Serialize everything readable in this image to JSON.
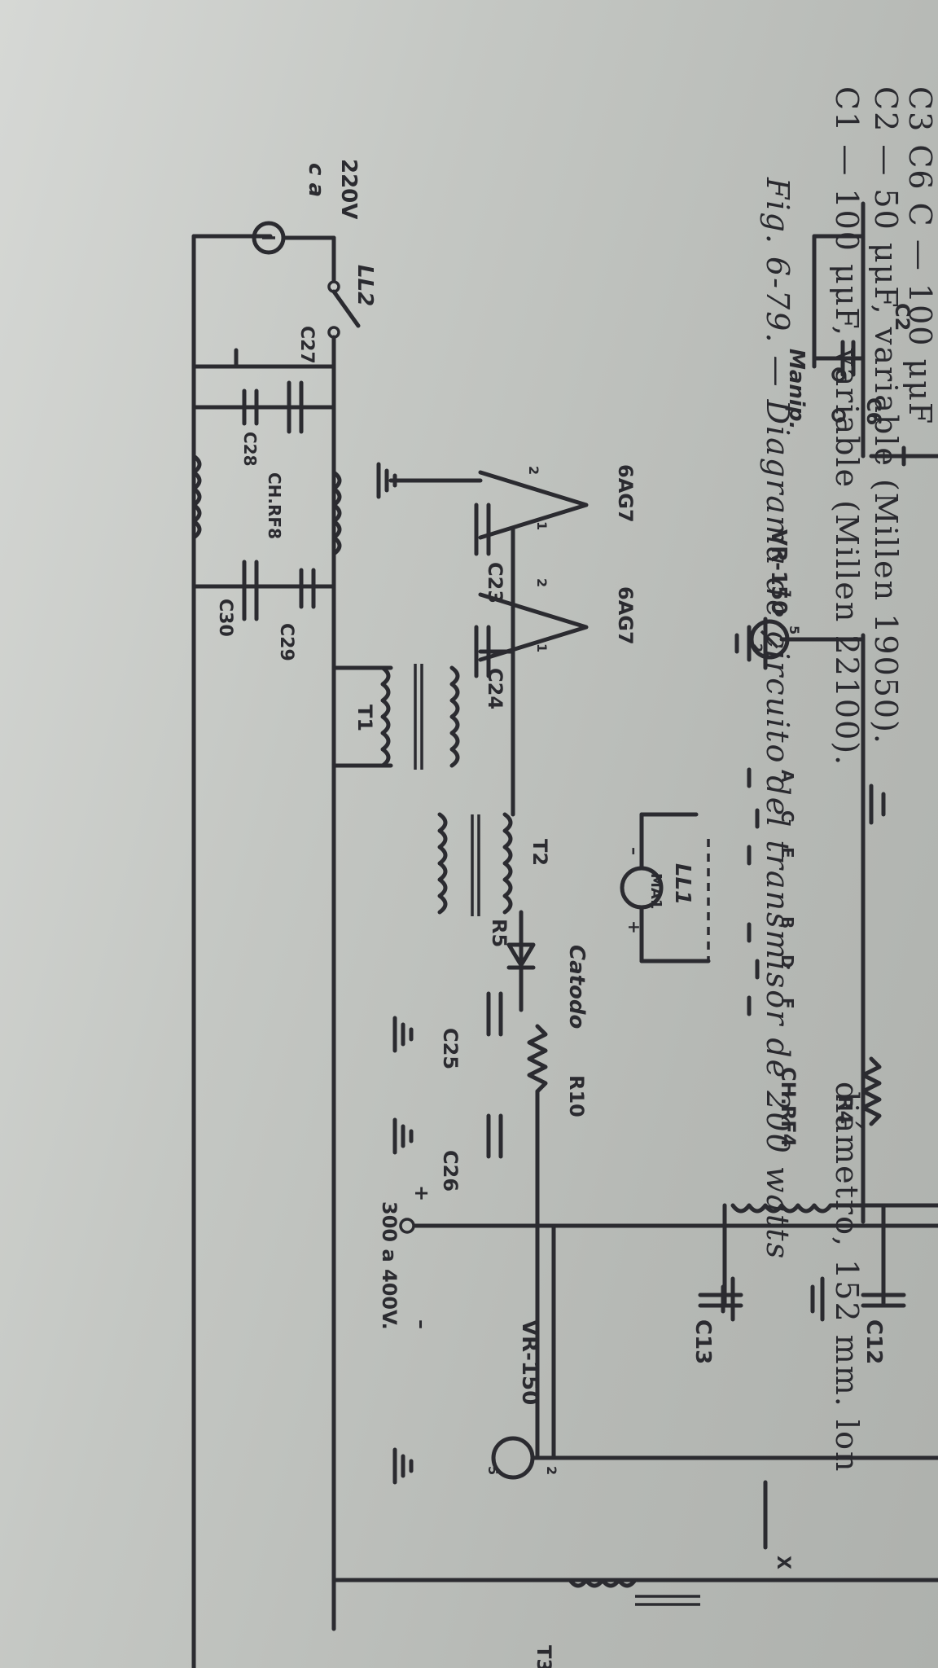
{
  "labels": {
    "manip": "Manip.",
    "c6": "C6",
    "c2": "C2",
    "vr150_top": "VR-150",
    "vr150_bottom": "VR-150",
    "sw_ll1": "LL1",
    "sw_ll2": "LL2",
    "meter": "MA1",
    "sw_a": "A",
    "sw_c": "C",
    "sw_e": "E",
    "sw_b": "B",
    "sw_d": "D",
    "sw_f": "F",
    "r4": "R4",
    "r5": "R5",
    "r10": "R10",
    "chrf4": "CH.RF4",
    "chrf8": "CH.RF8",
    "c12": "C12",
    "c13": "C13",
    "c23": "C23",
    "c24": "C24",
    "c25": "C25",
    "c26": "C26",
    "c27": "C27",
    "c28": "C28",
    "c29": "C29",
    "c30": "C30",
    "t1": "T1",
    "t2": "T2",
    "t3": "T3",
    "tube1": "6AG7",
    "tube2": "6AG7",
    "pin1a": "1",
    "pin2a": "2",
    "pin1b": "1",
    "pin2b": "2",
    "pin5": "5",
    "pin2": "2",
    "pin2c": "2",
    "pin5c": "5",
    "catodo": "Catodo",
    "v220": "220V",
    "ca": "c a",
    "hv": "300 a 400V.",
    "plus": "+",
    "minus": "–",
    "meter_minus": "–",
    "meter_plus": "+",
    "x": "X"
  },
  "caption": {
    "figure": "Fig. 6-79. — Diagrama de circuito del transmisor de 200 watts",
    "line1": "C1 — 100 μμF, variable (Millen 22100).",
    "line1_right": "diámetro, 152 mm. lon",
    "line2": "C2 — 50 μμF, variable (Millen 19050).",
    "line3": "C3 C6 C — 100 μμF"
  }
}
